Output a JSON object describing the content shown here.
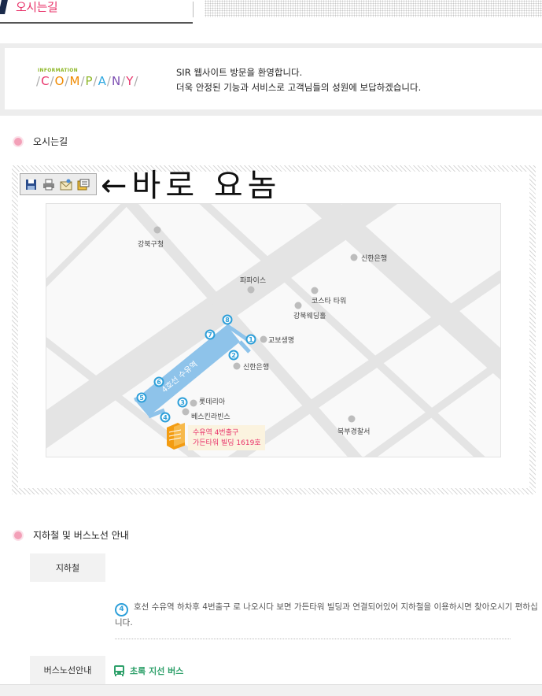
{
  "header": {
    "title": "오시는길"
  },
  "info": {
    "brand_small": "INFORMATION",
    "brand_letters": [
      "C",
      "O",
      "M",
      "P",
      "A",
      "N",
      "Y"
    ],
    "welcome_line1": "SIR 웹사이트 방문을 환영합니다.",
    "welcome_line2": "더욱 안정된 기능과 서비스로 고객님들의 성원에 보답하겠습니다."
  },
  "directions": {
    "heading": "오시는길",
    "annotation": "←바로 요놈",
    "toolbar": [
      "save-icon",
      "print-icon",
      "email-icon",
      "copy-icon"
    ],
    "map": {
      "landmarks": [
        "강북구청",
        "신한은행",
        "파파이스",
        "코스타 타워",
        "강북웨딩홀",
        "교보생명",
        "신한은행",
        "롯데리아",
        "베스킨라빈스",
        "북부경찰서"
      ],
      "station_label": "4호선 수유역",
      "exits": [
        "1",
        "2",
        "3",
        "4",
        "5",
        "6",
        "7",
        "8"
      ],
      "dest_line1": "수유역 4번출구",
      "dest_line2": "가든타워 빌딩 1619호",
      "colors": {
        "road": "#e6e6e6",
        "station": "#8ec3ea",
        "exit": "#2d9fd9",
        "dest": "#f39c12",
        "dest_text": "#e8336a"
      }
    }
  },
  "transit": {
    "heading": "지하철 및 버스노선 안내",
    "subway_tag": "지하철",
    "subway_line_no": "4",
    "subway_text": "호선 수유역 하차후 4번출구 로 나오시다 보면 가든타워 빌딩과 연결되어있어 지하철을 이용하시면 찾아오시기 편하십니다.",
    "bus_tag": "버스노선안내",
    "bus_text": "초록 지선 버스"
  }
}
